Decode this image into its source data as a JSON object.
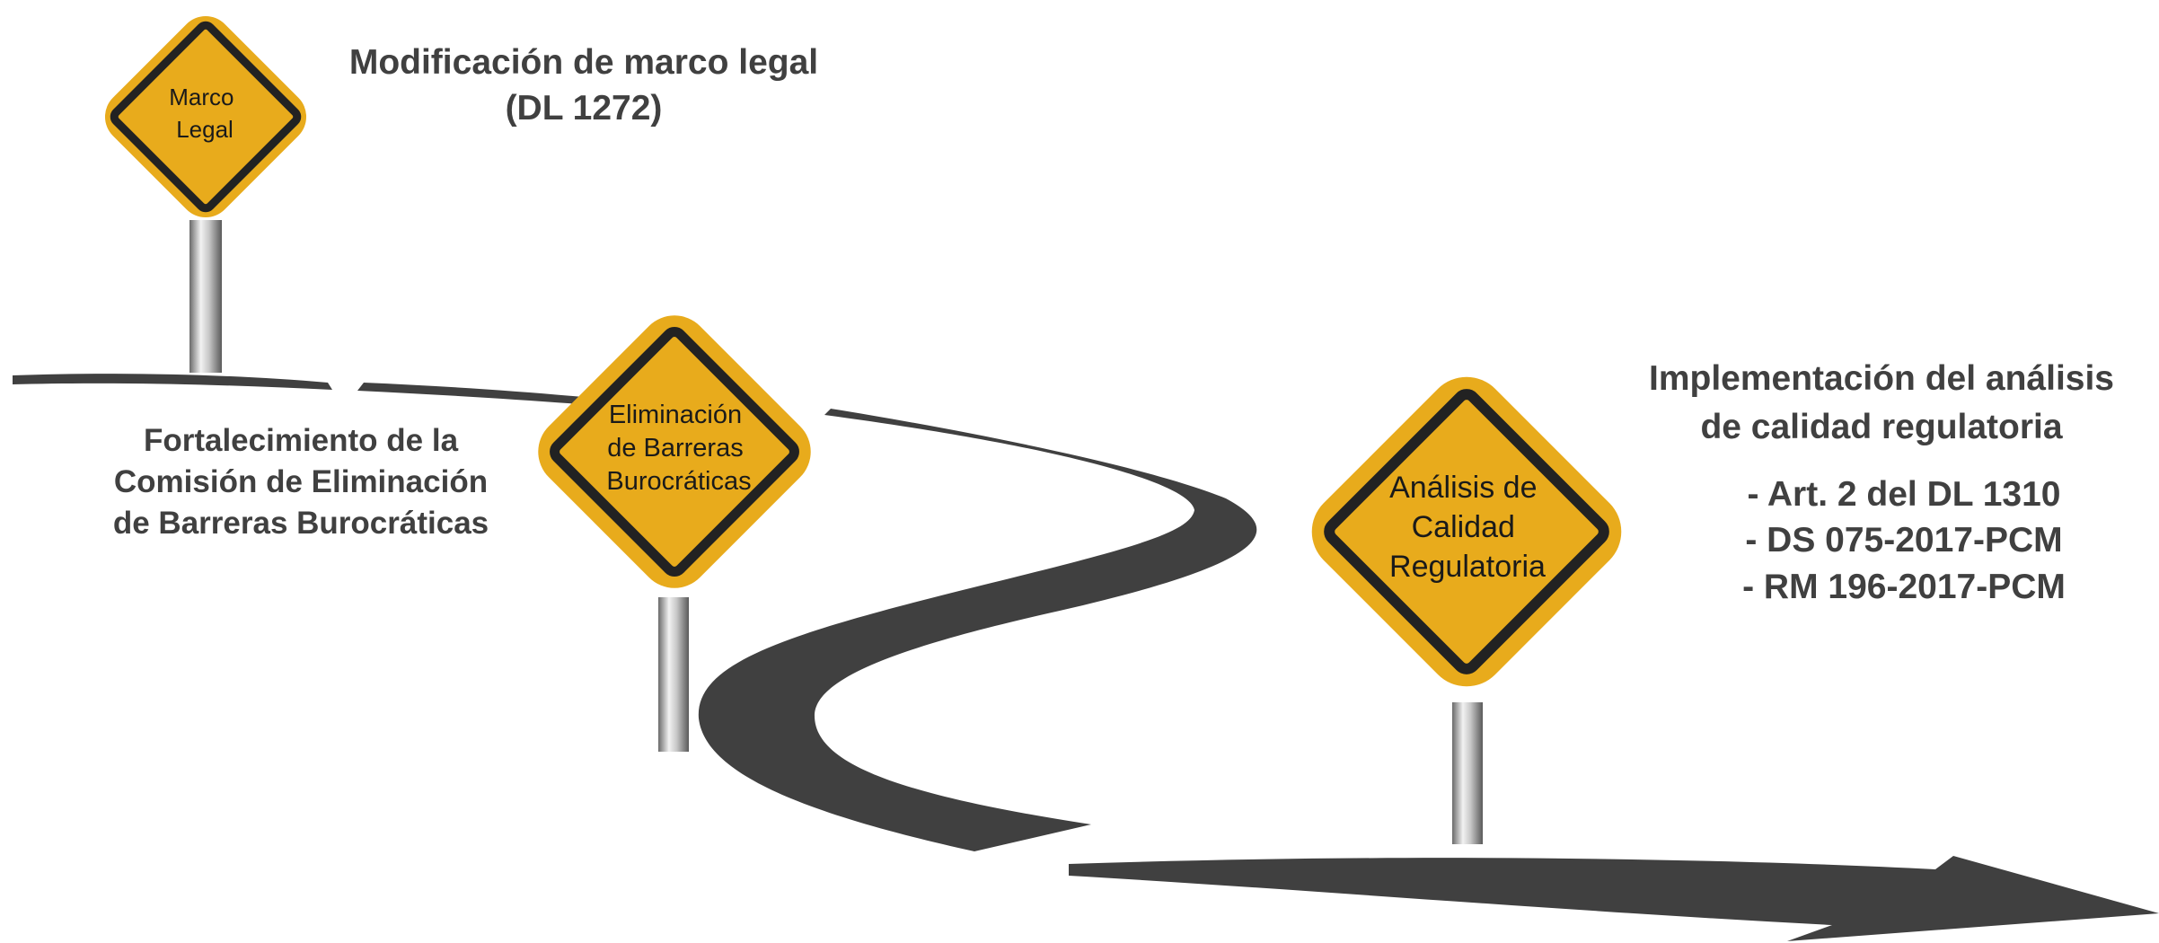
{
  "signs": [
    {
      "id": "marco-legal",
      "lines": [
        "Marco",
        "Legal"
      ]
    },
    {
      "id": "eliminacion",
      "lines": [
        "Eliminación",
        "de Barreras",
        "Burocráticas"
      ]
    },
    {
      "id": "analisis",
      "lines": [
        "Análisis de",
        "Calidad",
        "Regulatoria"
      ]
    }
  ],
  "captions": {
    "marco_legal": {
      "line1": "Modificación de marco legal",
      "line2": "(DL 1272)"
    },
    "eliminacion": {
      "line1": "Fortalecimiento de la",
      "line2": "Comisión de Eliminación",
      "line3": "de Barreras Burocráticas"
    },
    "analisis": {
      "line1": "Implementación del análisis",
      "line2": "de calidad regulatoria"
    },
    "norms": [
      "- Art. 2 del DL 1310",
      "- DS 075-2017-PCM",
      "- RM 196-2017-PCM"
    ]
  },
  "colors": {
    "sign_fill": "#e8ab1c",
    "sign_border": "#222222",
    "road": "#404040",
    "text": "#404040"
  }
}
